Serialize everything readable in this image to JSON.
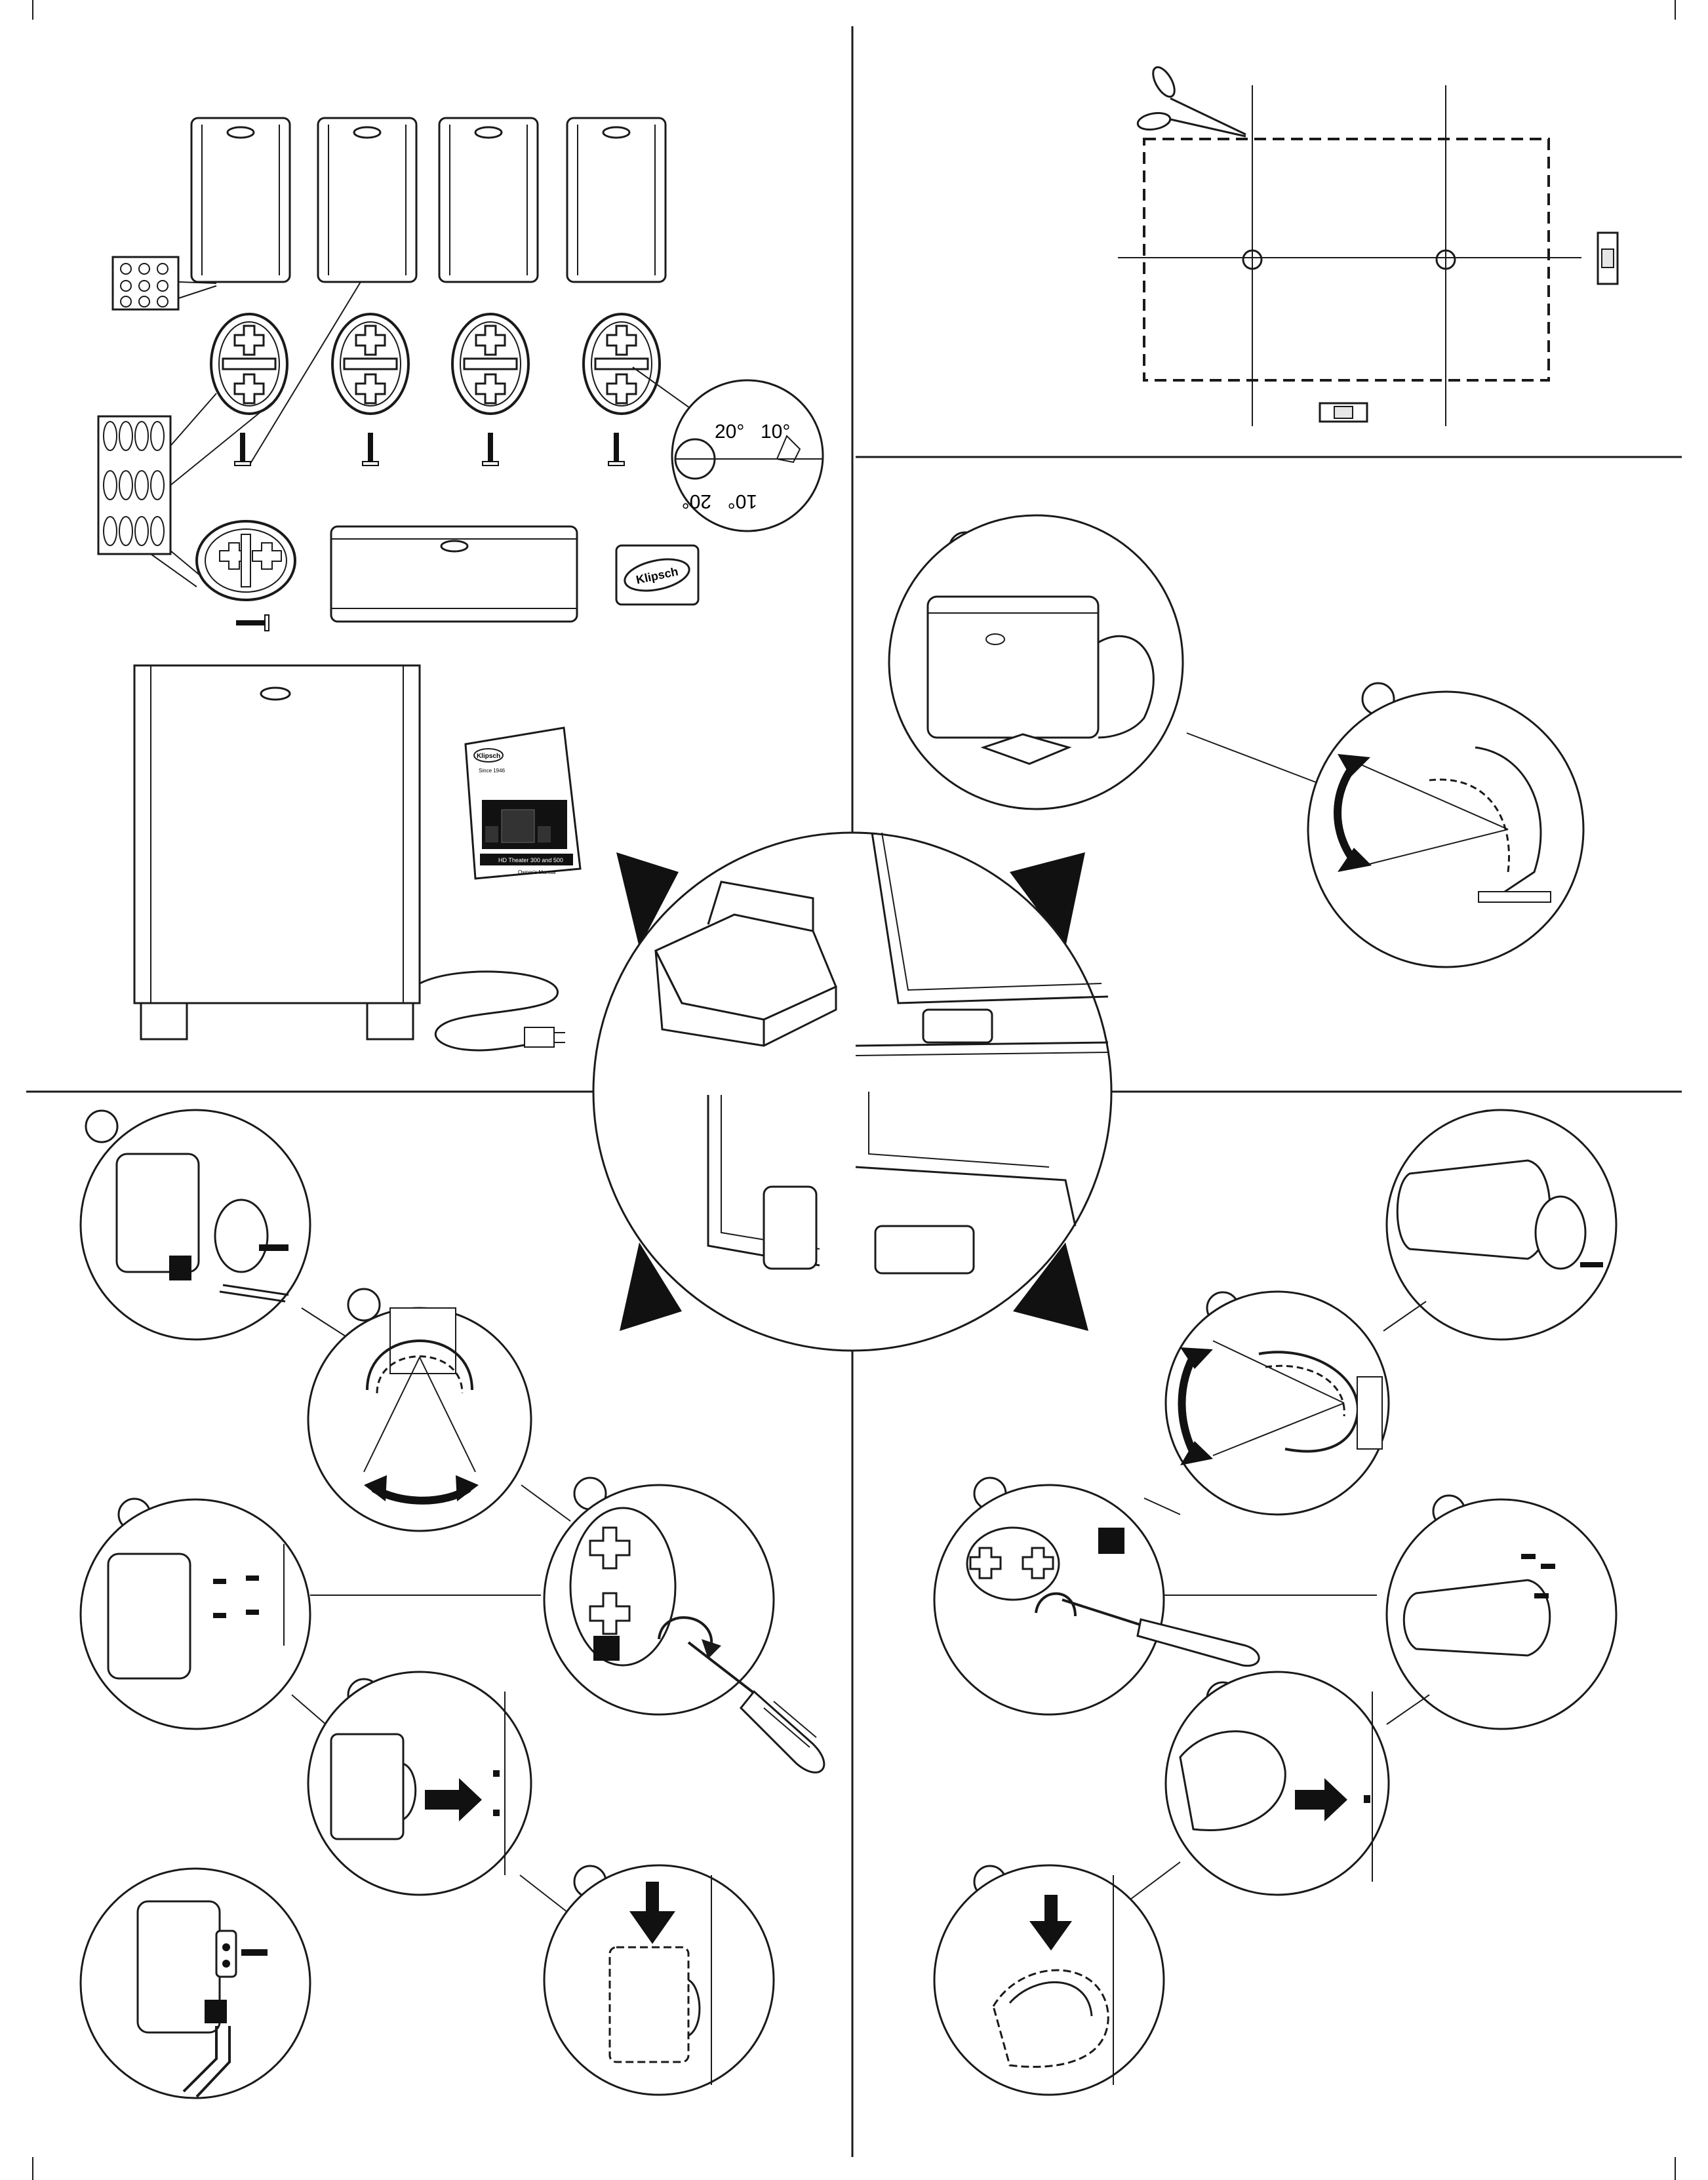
{
  "brand": {
    "logo_text": "Klipsch"
  },
  "manual": {
    "cover_tagline": "Since 1946",
    "cover_title": "HD Theater 300 and 500",
    "cover_subtitle": "Owner's Manual"
  },
  "dial": {
    "top_left": "20°",
    "top_right": "10°",
    "bottom_left": "20°",
    "bottom_right": "10°"
  },
  "colors": {
    "line": "#1a1a1a",
    "fill": "#ffffff",
    "dark": "#111111",
    "shade": "#e6e6e6"
  }
}
